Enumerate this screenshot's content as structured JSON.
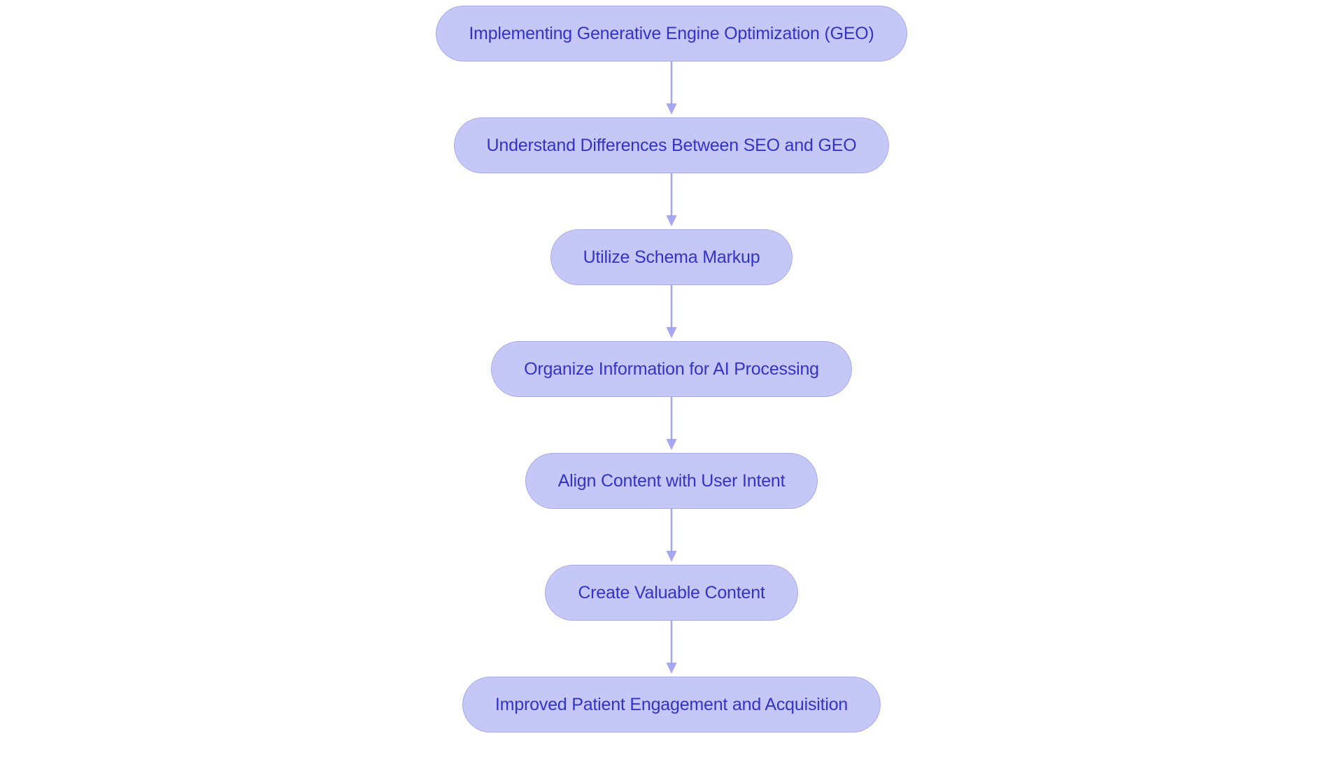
{
  "diagram": {
    "type": "flowchart",
    "orientation": "vertical-top-to-bottom",
    "background_color": "#ffffff",
    "node_fill_color": "#c5c7f7",
    "node_border_color": "#a8abee",
    "node_text_color": "#3333cc",
    "connector_color": "#a5a8f0",
    "node_shape": "stadium",
    "nodes": [
      {
        "id": "node-1",
        "label": "Implementing Generative Engine Optimization (GEO)"
      },
      {
        "id": "node-2",
        "label": "Understand Differences Between SEO and GEO"
      },
      {
        "id": "node-3",
        "label": "Utilize Schema Markup"
      },
      {
        "id": "node-4",
        "label": "Organize Information for AI Processing"
      },
      {
        "id": "node-5",
        "label": "Align Content with User Intent"
      },
      {
        "id": "node-6",
        "label": "Create Valuable Content"
      },
      {
        "id": "node-7",
        "label": "Improved Patient Engagement and Acquisition"
      }
    ],
    "edges": [
      {
        "id": "edge-1",
        "from": "node-1",
        "to": "node-2",
        "arrow": "down",
        "label": ""
      },
      {
        "id": "edge-2",
        "from": "node-2",
        "to": "node-3",
        "arrow": "down",
        "label": ""
      },
      {
        "id": "edge-3",
        "from": "node-3",
        "to": "node-4",
        "arrow": "down",
        "label": ""
      },
      {
        "id": "edge-4",
        "from": "node-4",
        "to": "node-5",
        "arrow": "down",
        "label": ""
      },
      {
        "id": "edge-5",
        "from": "node-5",
        "to": "node-6",
        "arrow": "down",
        "label": ""
      },
      {
        "id": "edge-6",
        "from": "node-6",
        "to": "node-7",
        "arrow": "down",
        "label": ""
      }
    ]
  }
}
